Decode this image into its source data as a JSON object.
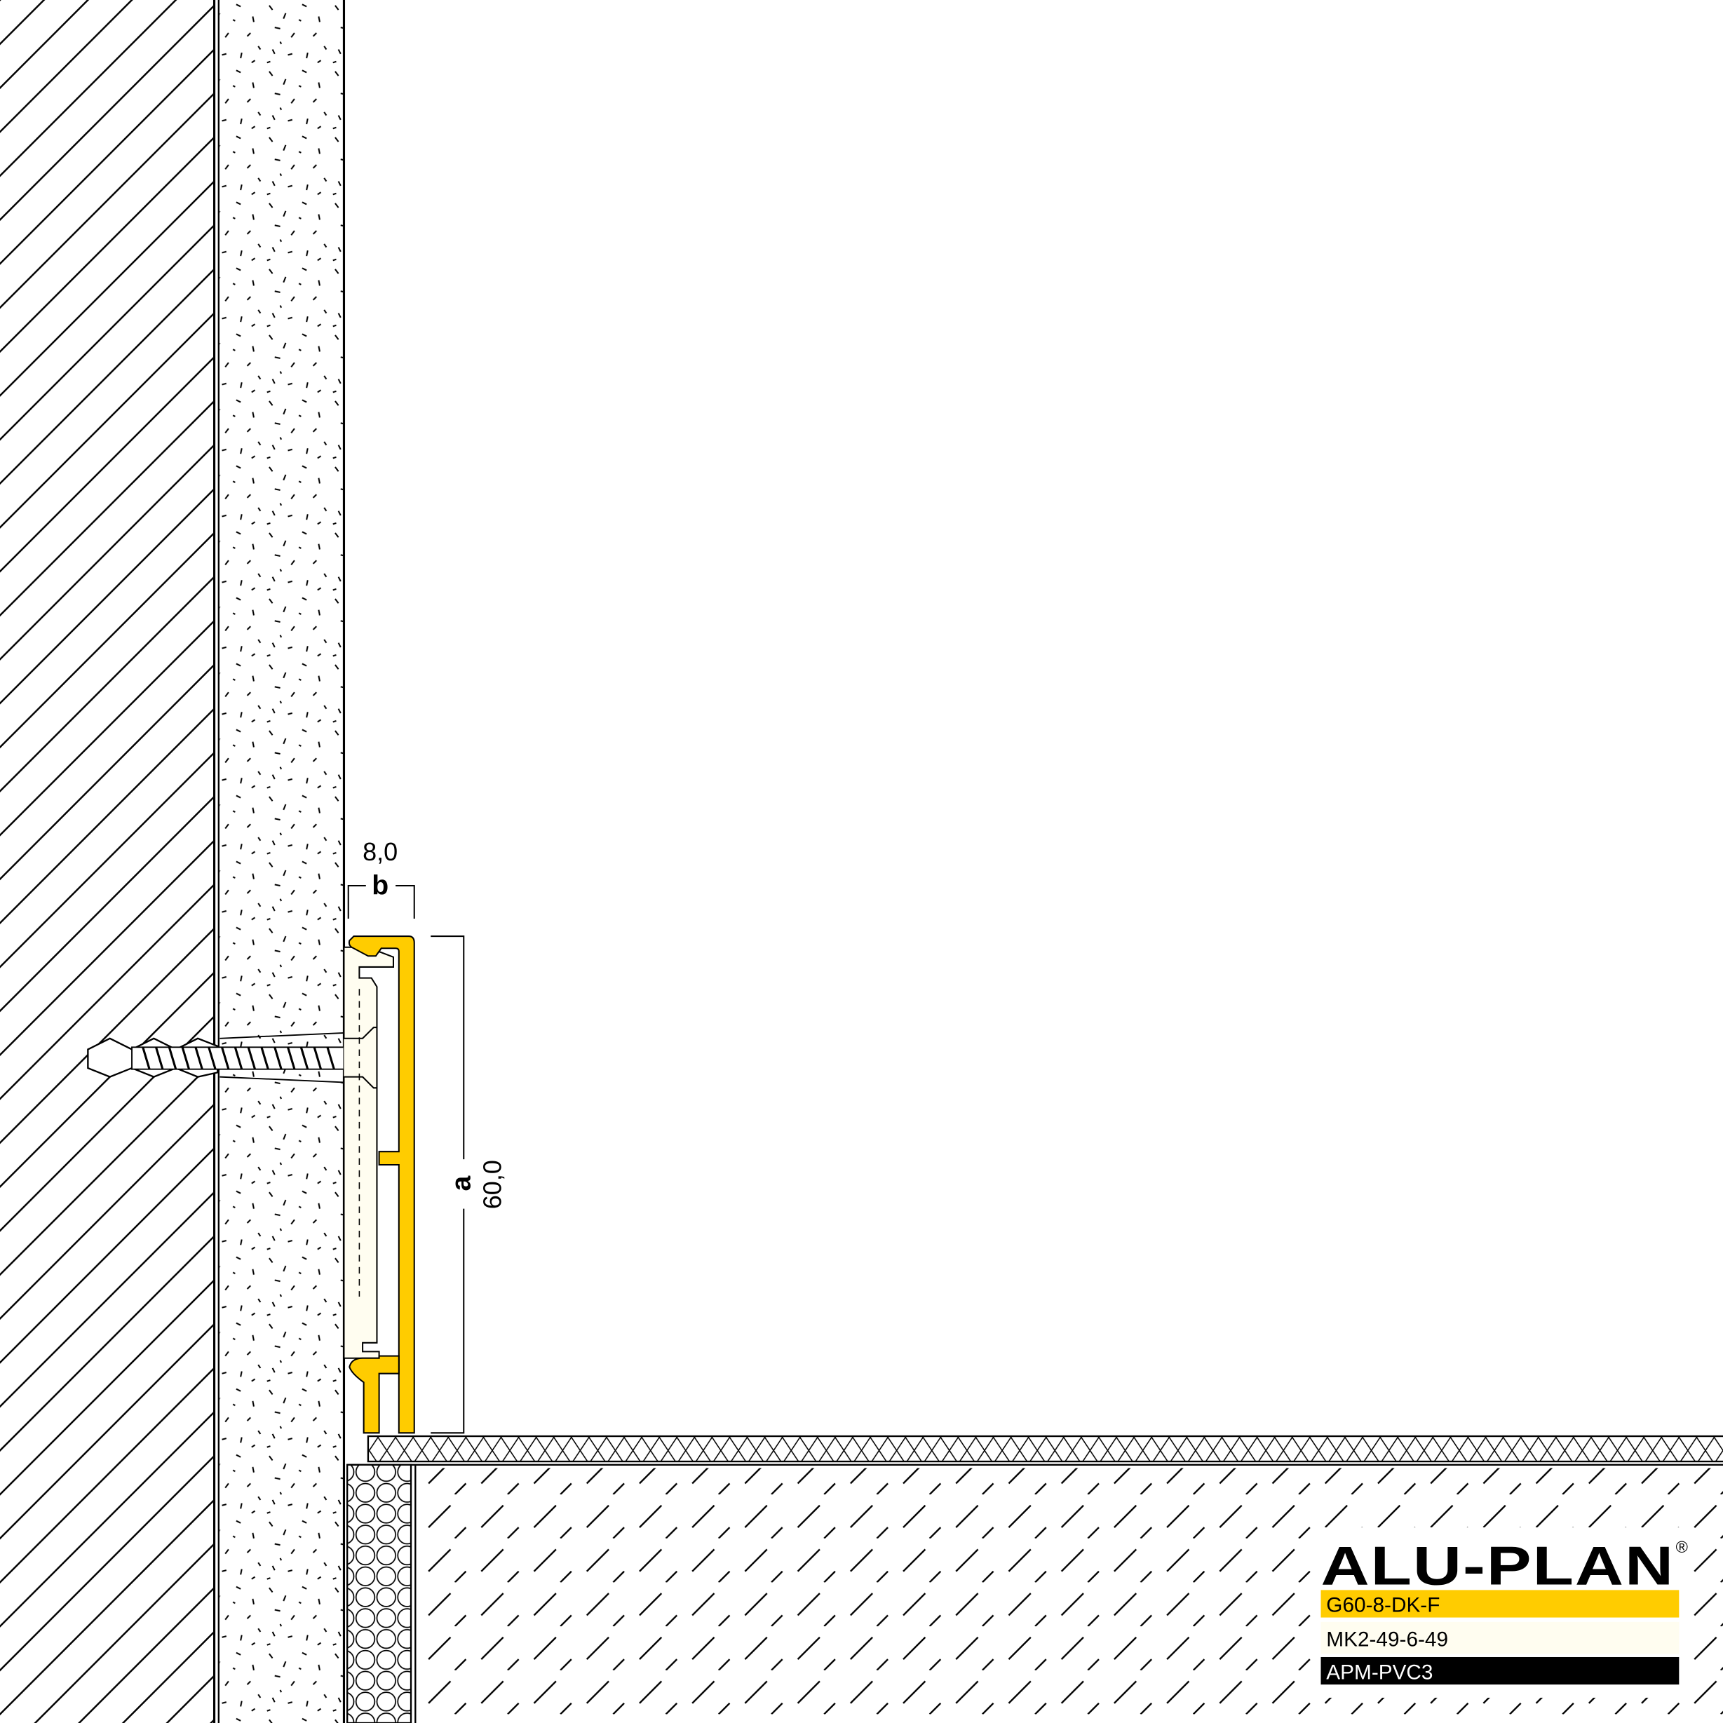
{
  "dimensions": {
    "b": {
      "label": "b",
      "value": "8,0"
    },
    "a": {
      "label": "a",
      "value": "60,0"
    }
  },
  "legend": {
    "brand": "ALU-PLAN",
    "registered": "®",
    "items": [
      {
        "code": "G60-8-DK-F",
        "color": "#FFCC00",
        "text_color": "#000000"
      },
      {
        "code": "MK2-49-6-49",
        "color": "#FFFDF0",
        "text_color": "#000000"
      },
      {
        "code": "APM-PVC3",
        "color": "#000000",
        "text_color": "#FFFFFF"
      }
    ]
  },
  "colors": {
    "profile": "#FFCC00",
    "insert": "#FFFDF0",
    "line": "#000000"
  }
}
